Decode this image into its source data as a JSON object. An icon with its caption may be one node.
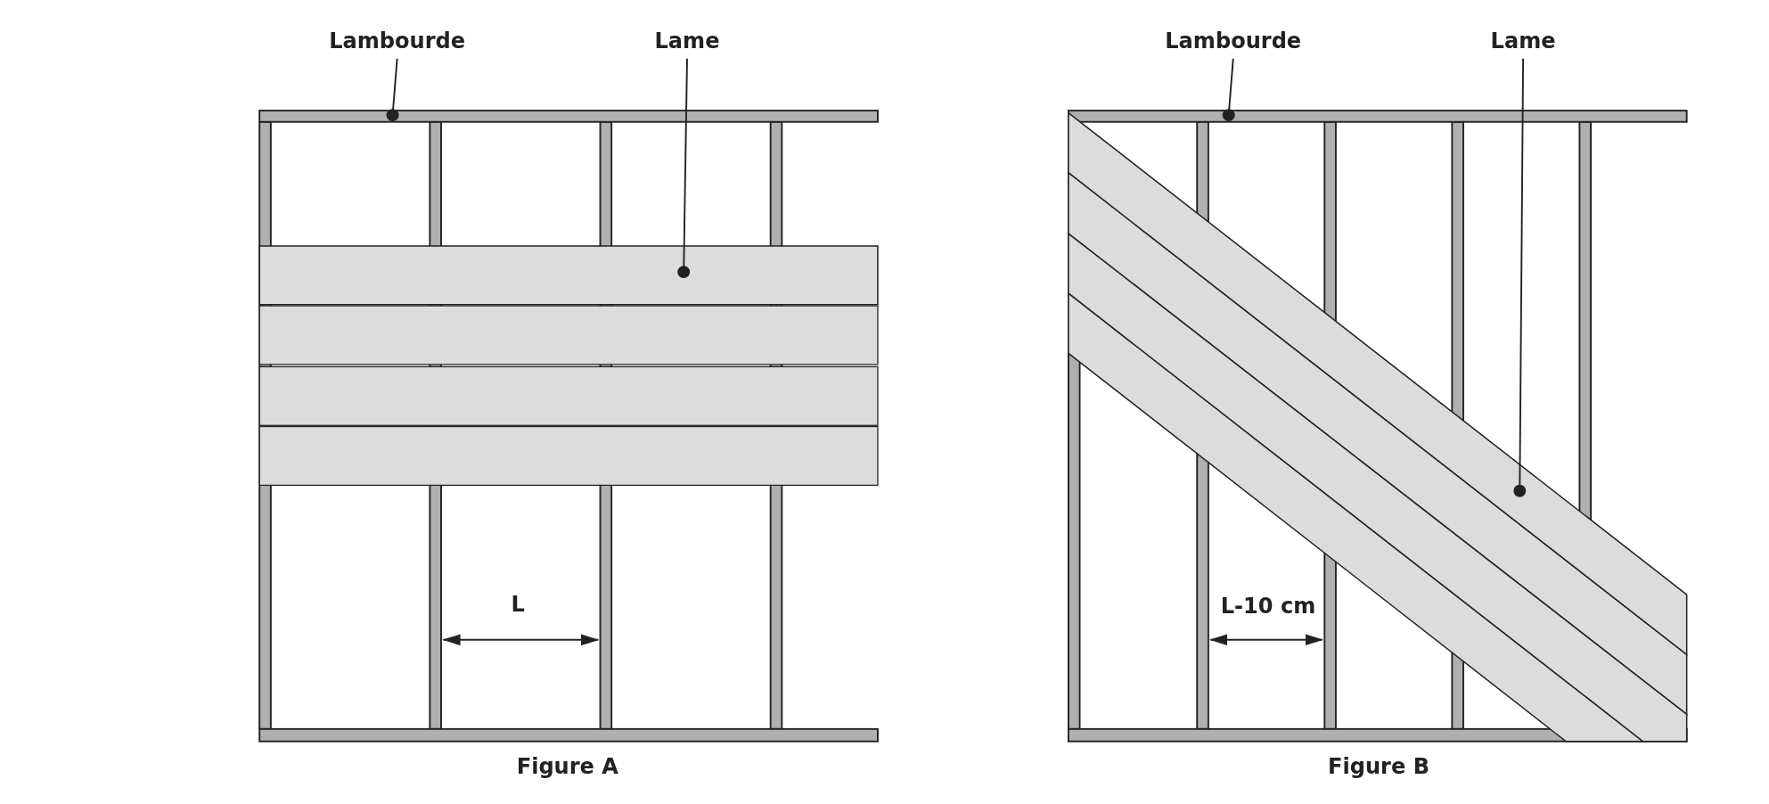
{
  "diagram": {
    "nodes": [
      {
        "text": [
          "Lambourde"
        ]
      },
      {
        "text": [
          "Lame"
        ]
      },
      {
        "text": [],
        "shape": "bar"
      },
      {
        "text": [],
        "shape": "bar"
      },
      {
        "text": [
          "Lambourde"
        ]
      },
      {
        "text": [
          "Lame"
        ]
      },
      {
        "text": [],
        "shape": "bar"
      },
      {
        "text": [],
        "shape": "bar"
      }
    ],
    "edges": [
      {
        "from": 0,
        "to": 2,
        "arrow": "other"
      },
      {
        "from": 1,
        "to": 3,
        "arrow": "other"
      },
      {
        "from": 4,
        "to": 6,
        "arrow": "other"
      },
      {
        "from": 5,
        "to": 7,
        "arrow": "other"
      }
    ],
    "labels": [
      "L",
      "L-10 cm",
      "Figure A",
      "Figure B"
    ]
  }
}
